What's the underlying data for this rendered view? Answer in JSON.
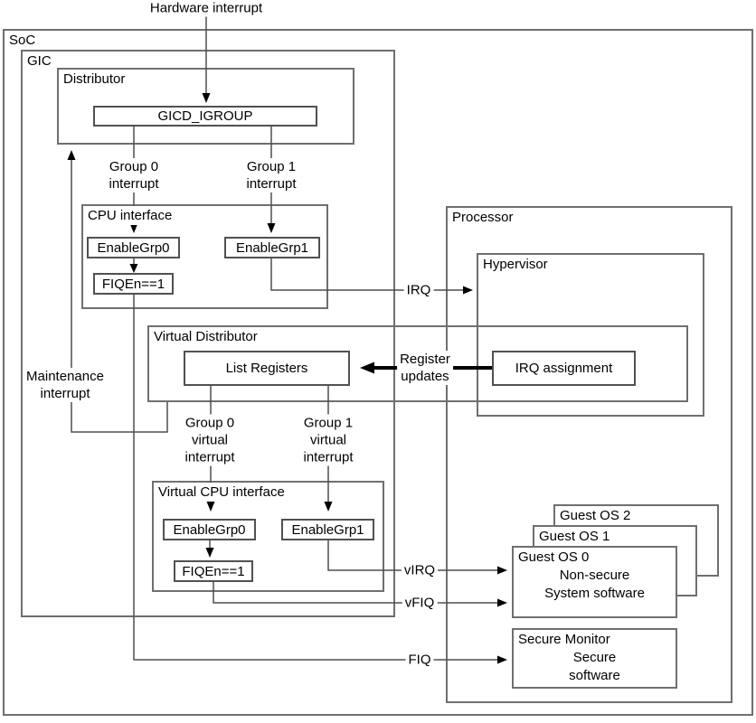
{
  "colors": {
    "background": "#ffffff",
    "text": "#000000",
    "box_border": "#6f6f6f",
    "reg_border": "#515151",
    "line": "#4f4f4f",
    "arrow_head": "#000000"
  },
  "labels": {
    "hardware_interrupt": "Hardware interrupt",
    "group0_interrupt": "Group 0\ninterrupt",
    "group1_interrupt": "Group 1\ninterrupt",
    "maintenance_interrupt": "Maintenance\ninterrupt",
    "group0_virtual_interrupt": "Group 0\nvirtual\ninterrupt",
    "group1_virtual_interrupt": "Group 1\nvirtual\ninterrupt",
    "register_updates": "Register\nupdates",
    "irq": "IRQ",
    "virq": "vIRQ",
    "vfiq": "vFIQ",
    "fiq": "FIQ"
  },
  "soc": {
    "label": "SoC"
  },
  "gic": {
    "label": "GIC",
    "distributor": {
      "label": "Distributor",
      "register": "GICD_IGROUP"
    },
    "cpu_interface": {
      "label": "CPU interface",
      "enable_grp0": "EnableGrp0",
      "enable_grp1": "EnableGrp1",
      "fiq_en": "FIQEn==1"
    },
    "virtual_distributor": {
      "label": "Virtual Distributor",
      "list_registers": "List Registers"
    },
    "virtual_cpu_interface": {
      "label": "Virtual CPU interface",
      "enable_grp0": "EnableGrp0",
      "enable_grp1": "EnableGrp1",
      "fiq_en": "FIQEn==1"
    }
  },
  "processor": {
    "label": "Processor",
    "hypervisor": {
      "label": "Hypervisor",
      "irq_assignment": "IRQ assignment"
    },
    "guest_os_stack": {
      "guest_os_2": "Guest OS 2",
      "guest_os_1": "Guest OS 1",
      "guest_os_0_title": "Guest OS 0",
      "guest_os_0_body": "Non-secure\nSystem software"
    },
    "secure_monitor": {
      "title": "Secure Monitor",
      "body": "Secure\nsoftware"
    }
  }
}
